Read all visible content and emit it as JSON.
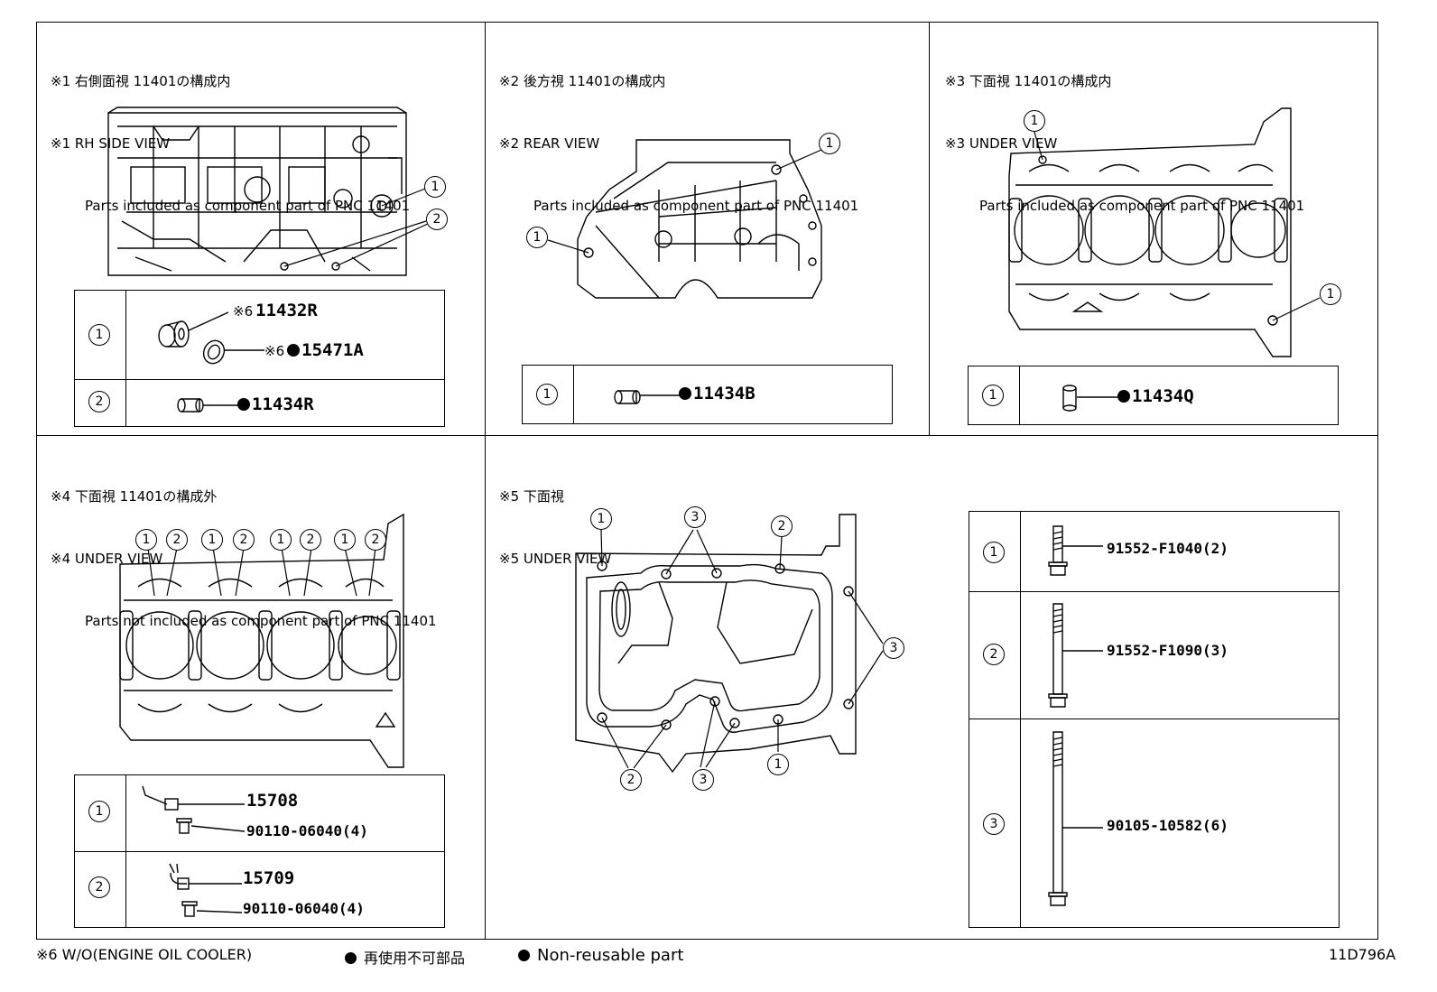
{
  "panels": {
    "p1": {
      "title_jp": "※1 右側面視 11401の構成内",
      "title_en": "※1 RH SIDE VIEW",
      "subtitle": "Parts included as component part of PNC 11401",
      "callouts": [
        "1",
        "2"
      ],
      "rows": [
        {
          "num": "1",
          "parts": [
            {
              "note": "※6",
              "part": "11432R"
            },
            {
              "note": "※6",
              "part": "15471A",
              "nonreusable": true
            }
          ]
        },
        {
          "num": "2",
          "parts": [
            {
              "part": "11434R",
              "nonreusable": true
            }
          ]
        }
      ]
    },
    "p2": {
      "title_jp": "※2 後方視 11401の構成内",
      "title_en": "※2 REAR VIEW",
      "subtitle": "Parts included as component part of PNC 11401",
      "callouts": [
        "1",
        "1"
      ],
      "rows": [
        {
          "num": "1",
          "parts": [
            {
              "part": "11434B",
              "nonreusable": true
            }
          ]
        }
      ]
    },
    "p3": {
      "title_jp": "※3 下面視 11401の構成内",
      "title_en": "※3 UNDER VIEW",
      "subtitle": "Parts included as component part of PNC 11401",
      "callouts": [
        "1",
        "1"
      ],
      "rows": [
        {
          "num": "1",
          "parts": [
            {
              "part": "11434Q",
              "nonreusable": true
            }
          ]
        }
      ]
    },
    "p4": {
      "title_jp": "※4 下面視 11401の構成外",
      "title_en": "※4 UNDER VIEW",
      "subtitle": "Parts not included as component part of PNC 11401",
      "callouts": [
        "1",
        "2"
      ],
      "rows": [
        {
          "num": "1",
          "parts": [
            {
              "part": "15708"
            },
            {
              "part": "90110-06040(4)"
            }
          ]
        },
        {
          "num": "2",
          "parts": [
            {
              "part": "15709"
            },
            {
              "part": "90110-06040(4)"
            }
          ]
        }
      ]
    },
    "p5": {
      "title_jp": "※5 下面視",
      "title_en": "※5 UNDER VIEW",
      "callouts": [
        "1",
        "2",
        "3"
      ],
      "rows": [
        {
          "num": "1",
          "parts": [
            {
              "part": "91552-F1040(2)"
            }
          ]
        },
        {
          "num": "2",
          "parts": [
            {
              "part": "91552-F1090(3)"
            }
          ]
        },
        {
          "num": "3",
          "parts": [
            {
              "part": "90105-10582(6)"
            }
          ]
        }
      ]
    }
  },
  "footer": {
    "note6": "※6 W/O(ENGINE OIL COOLER)",
    "legend_jp": "再使用不可部品",
    "legend_en": "Non-reusable part",
    "diagram_code": "11D796A"
  }
}
